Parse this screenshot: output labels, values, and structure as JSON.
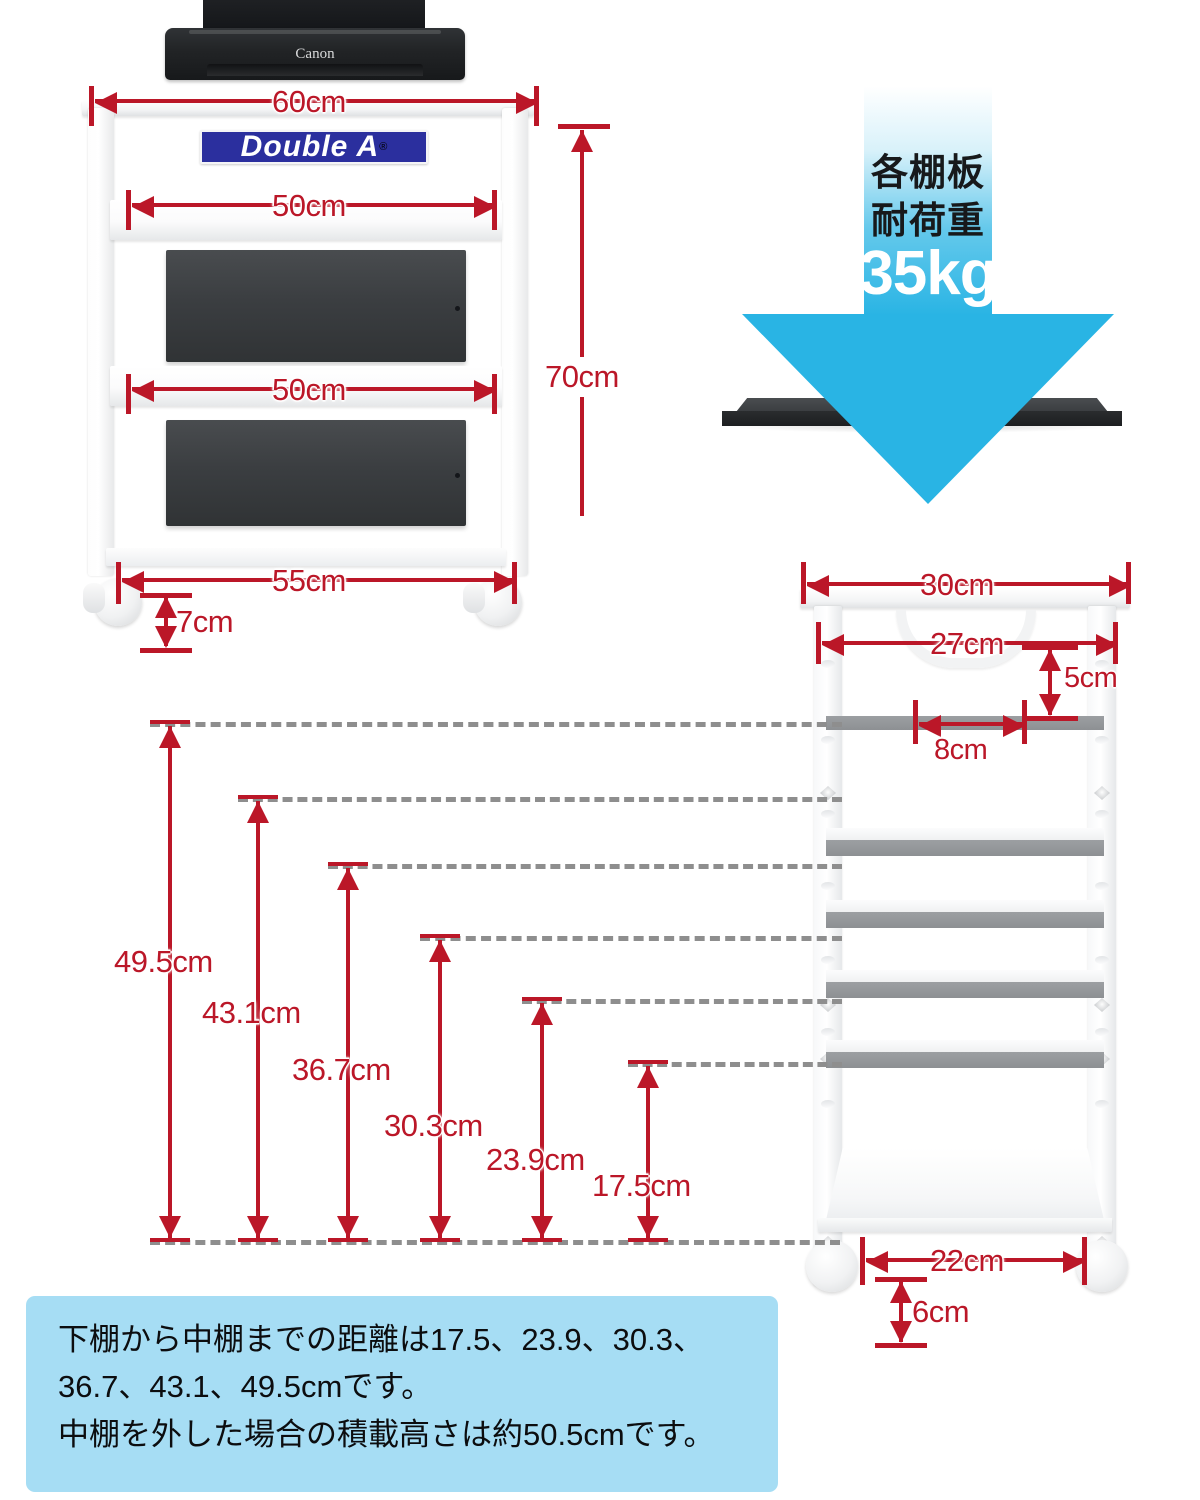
{
  "product": {
    "brand_on_ream": "Double A",
    "ream_registered_mark": "®",
    "printer_brand": "Canon"
  },
  "load_callout": {
    "line1": "各棚板",
    "line2": "耐荷重",
    "value": "35kg",
    "arrow_color": "#29b4e4"
  },
  "left_cart_dimensions": {
    "top_shelf_width": "60cm",
    "upper_inner_width": "50cm",
    "middle_inner_width": "50cm",
    "bottom_shelf_width": "55cm",
    "total_height": "70cm",
    "caster_height": "7cm"
  },
  "right_cart_dimensions": {
    "outer_depth": "30cm",
    "inner_depth": "27cm",
    "slot_gap": "5cm",
    "slot_spacing": "8cm",
    "bottom_width": "22cm",
    "caster_height": "6cm"
  },
  "shelf_heights": {
    "label": "下棚から中棚までの距離",
    "values": [
      "49.5cm",
      "43.1cm",
      "36.7cm",
      "30.3cm",
      "23.9cm",
      "17.5cm"
    ]
  },
  "note_box": {
    "line1": "下棚から中棚までの距離は17.5、23.9、30.3、",
    "line2": "36.7、43.1、49.5cmです。",
    "line3": "中棚を外した場合の積載高さは約50.5cmです。",
    "background": "#a6ddf4"
  },
  "colors": {
    "dimension_red": "#bb1728",
    "dash_gray": "#8e8e8e",
    "ream_blue": "#2b2f9e"
  }
}
